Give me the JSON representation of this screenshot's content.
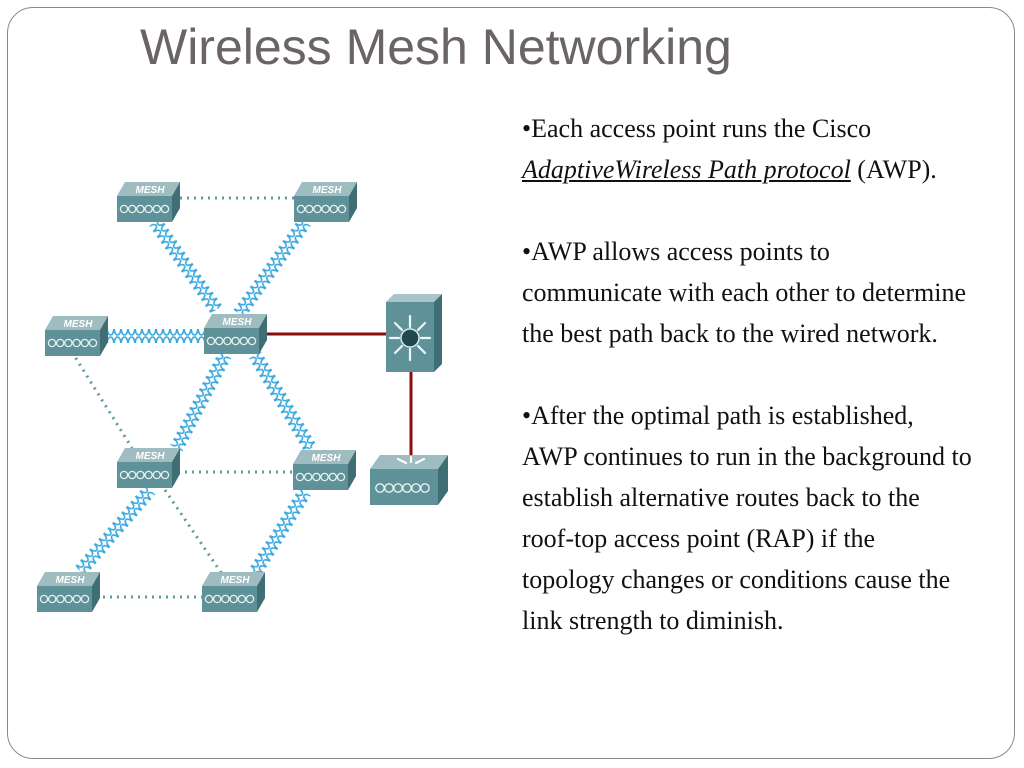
{
  "title": "Wireless Mesh Networking",
  "diagram": {
    "node_label": "MESH",
    "colors": {
      "device_top": "#9fbcc0",
      "device_side": "#3f6e74",
      "device_front": "#5f9298",
      "wireless_link": "#3aa8de",
      "potential_link": "#5f9a9c",
      "wired_link": "#8b0d0d"
    }
  },
  "bullets": [
    {
      "marker": "•",
      "pre": "Each access point runs the Cisco ",
      "link": "AdaptiveWireless Path protocol",
      "post": " (AWP)."
    },
    {
      "marker": "•",
      "text": "AWP allows access points to communicate with each other to determine the best path back to the wired network."
    },
    {
      "marker": "•",
      "text": "After the optimal path is established, AWP continues to run in the background to establish alternative routes back to the roof-top access point (RAP) if the topology changes or conditions cause the link strength to diminish."
    }
  ]
}
